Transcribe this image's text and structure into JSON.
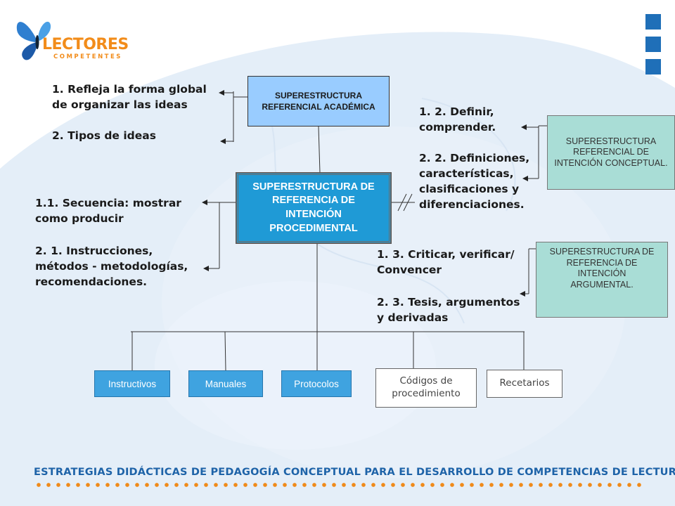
{
  "logo": {
    "line1": "LECTORES",
    "line2": "COMPETENTES"
  },
  "nodes": {
    "top": "SUPERESTRUCTURA REFERENCIAL ACADÉMICA",
    "main": "SUPERESTRUCTURA DE REFERENCIA DE INTENCIÓN PROCEDIMENTAL",
    "conceptual": "SUPERESTRUCTURA REFERENCIAL DE INTENCIÓN CONCEPTUAL.",
    "argumental": "SUPERESTRUCTURA DE REFERENCIA DE INTENCIÓN ARGUMENTAL."
  },
  "labels": {
    "top_left_1": "1. Refleja la forma global de organizar las ideas",
    "top_left_2": "2. Tipos de ideas",
    "mid_left_1": "1.1. Secuencia: mostrar como producir",
    "mid_left_2": "2. 1. Instrucciones, métodos - metodologías, recomendaciones.",
    "right_top_1": "1. 2. Definir, comprender.",
    "right_top_2": "2. 2. Definiciones, características, clasificaciones y diferenciaciones.",
    "right_bottom_1": "1. 3. Criticar, verificar/ Convencer",
    "right_bottom_2": "2. 3. Tesis, argumentos y derivadas"
  },
  "leaves": [
    "Instructivos",
    "Manuales",
    "Protocolos",
    "Códigos de procedimiento",
    "Recetarios"
  ],
  "footer": "ESTRATEGIAS DIDÁCTICAS DE PEDAGOGÍA CONCEPTUAL PARA EL DESARROLLO DE COMPETENCIAS DE LECTURA",
  "colors": {
    "accent_blue": "#1f6fb8",
    "main_box": "#1f9ad6",
    "teal": "#a9ddd6",
    "light_blue": "#99ccff",
    "footer_dots": "#f08a1a"
  }
}
